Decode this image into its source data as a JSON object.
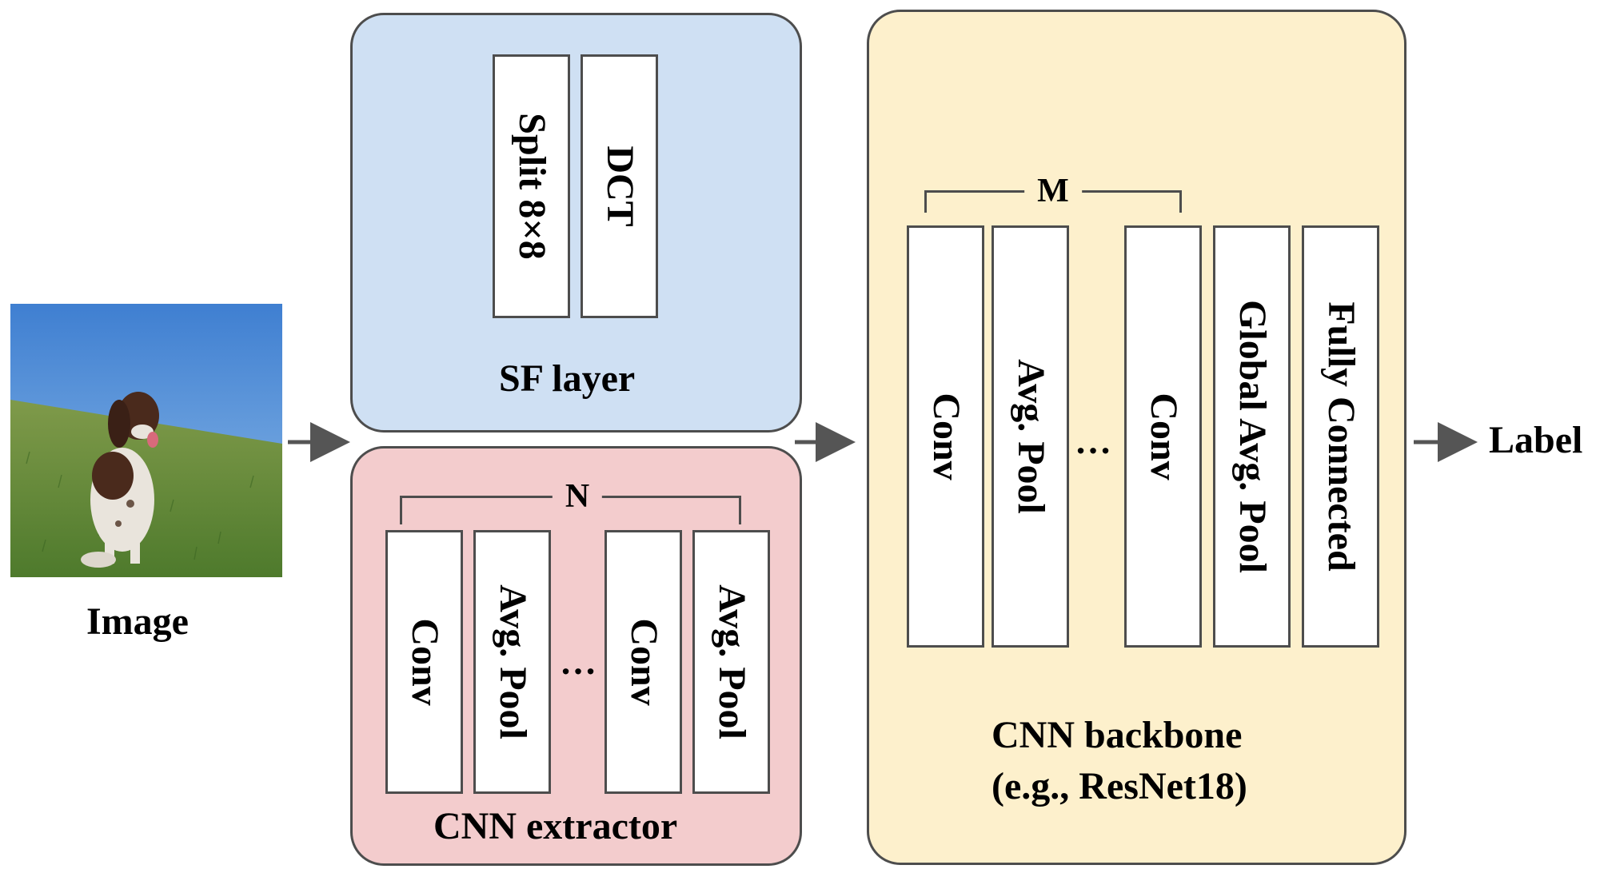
{
  "input": {
    "image_label": "Image"
  },
  "sf_layer": {
    "title": "SF layer",
    "blocks": [
      "Split 8×8",
      "DCT"
    ]
  },
  "cnn_extractor": {
    "title": "CNN extractor",
    "repeat_label": "N",
    "blocks": [
      "Conv",
      "Avg. Pool",
      "Conv",
      "Avg. Pool"
    ],
    "ellipsis": "…"
  },
  "backbone": {
    "title_line1": "CNN backbone",
    "title_line2": "(e.g., ResNet18)",
    "repeat_label": "M",
    "blocks": [
      "Conv",
      "Avg. Pool",
      "Conv",
      "Global Avg. Pool",
      "Fully Connected"
    ],
    "ellipsis": "…"
  },
  "output": {
    "label": "Label"
  },
  "colors": {
    "sf_panel": "#cfe0f3",
    "cnn_panel": "#f3cccd",
    "backbone_panel": "#fdf0cc",
    "border": "#4d4d4d",
    "arrow": "#555555"
  }
}
